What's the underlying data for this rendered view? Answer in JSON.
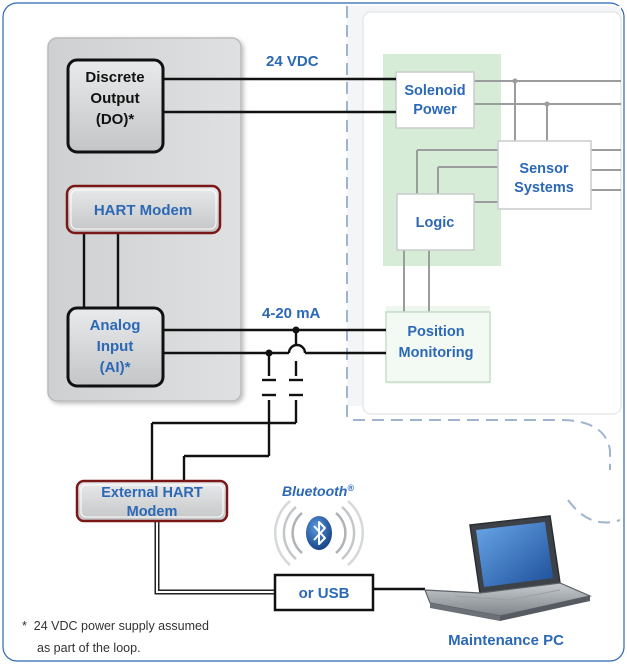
{
  "labels": {
    "voltage": "24 VDC",
    "current": "4-20 mA",
    "bluetooth": "Bluetooth",
    "bluetooth_mark": "®",
    "maintenance_pc": "Maintenance PC"
  },
  "controller": {
    "do_lines": [
      "Discrete",
      "Output",
      "(DO)*"
    ],
    "hart_modem": "HART Modem",
    "ai_lines": [
      "Analog",
      "Input",
      "(AI)*"
    ]
  },
  "valve": {
    "solenoid_lines": [
      "Solenoid",
      "Power"
    ],
    "sensor_lines": [
      "Sensor",
      "Systems"
    ],
    "logic": "Logic",
    "position_lines": [
      "Position",
      "Monitoring"
    ]
  },
  "external_modem": {
    "lines": [
      "External HART",
      "Modem"
    ]
  },
  "usb_box": "or USB",
  "footnote": {
    "line1": "*  24 VDC power supply assumed",
    "line2": "as part of the loop."
  },
  "colors": {
    "accent_blue": "#2b68b5",
    "module_border": "#7a1818",
    "wire": "#111111",
    "gray_box": "#cfd0d1",
    "valve_green": "#d6ecd6"
  }
}
